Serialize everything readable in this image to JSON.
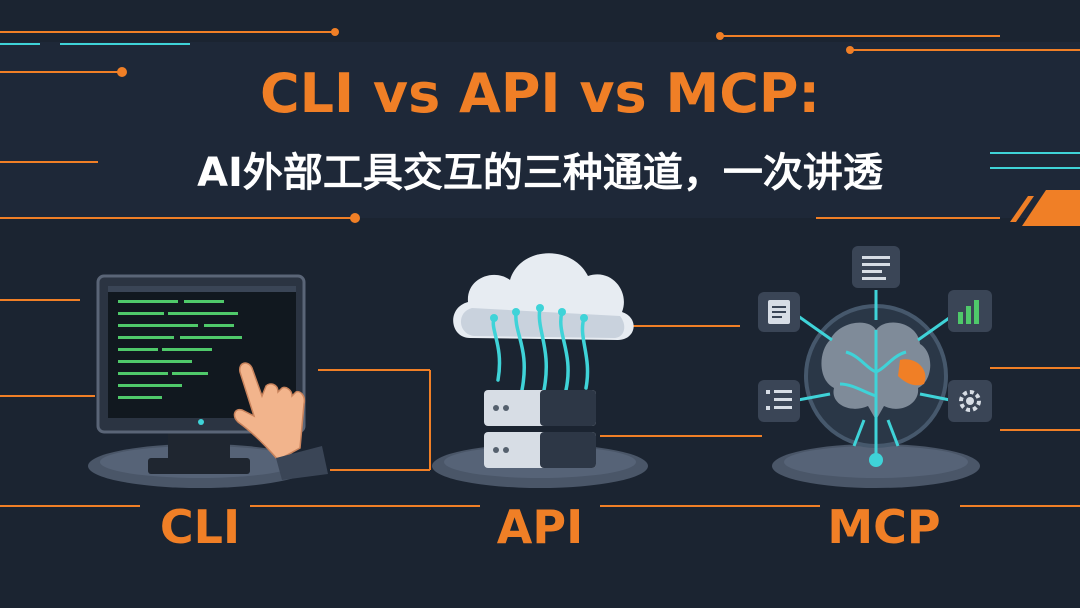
{
  "header": {
    "title": "CLI vs API vs MCP:",
    "subtitle": "AI外部工具交互的三种通道，一次讲透"
  },
  "panels": [
    {
      "label": "CLI",
      "icon": "computer-monitor-with-hand-icon"
    },
    {
      "label": "API",
      "icon": "cloud-server-icon"
    },
    {
      "label": "MCP",
      "icon": "brain-hub-icon"
    }
  ],
  "colors": {
    "background": "#1b2431",
    "accent_orange": "#f07f26",
    "accent_cyan": "#3fd3d8",
    "title_white": "#ffffff"
  }
}
